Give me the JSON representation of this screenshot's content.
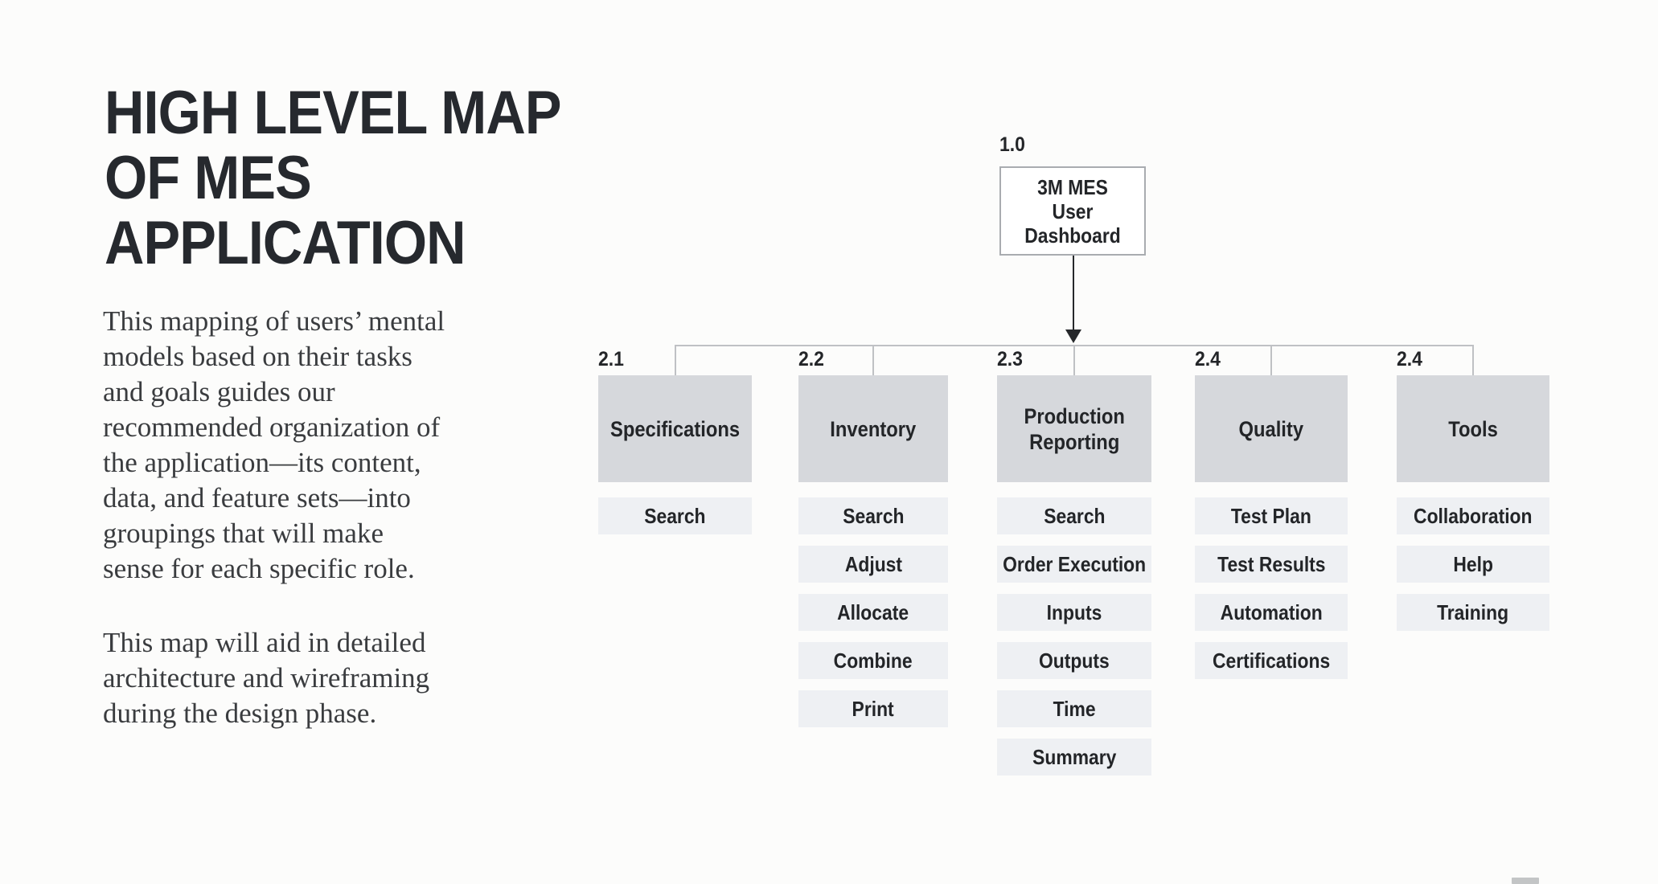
{
  "intro": {
    "heading": "HIGH LEVEL MAP\nOF MES\nAPPLICATION",
    "paragraph1": "This mapping of users’ mental\nmodels based on their tasks\nand goals guides our\nrecommended organization of\nthe application—its content,\ndata, and feature sets—into\ngroupings that will make\nsense for each specific role.",
    "paragraph2": "This map will aid in detailed\narchitecture and wireframing\nduring the design phase."
  },
  "diagram": {
    "root": {
      "number": "1.0",
      "label": "3M MES\nUser Dashboard"
    },
    "columns": [
      {
        "number": "2.1",
        "label": "Specifications",
        "items": [
          "Search"
        ]
      },
      {
        "number": "2.2",
        "label": "Inventory",
        "items": [
          "Search",
          "Adjust",
          "Allocate",
          "Combine",
          "Print"
        ]
      },
      {
        "number": "2.3",
        "label": "Production\nReporting",
        "items": [
          "Search",
          "Order Execution",
          "Inputs",
          "Outputs",
          "Time",
          "Summary"
        ]
      },
      {
        "number": "2.4",
        "label": "Quality",
        "items": [
          "Test Plan",
          "Test Results",
          "Automation",
          "Certifications"
        ]
      },
      {
        "number": "2.4",
        "label": "Tools",
        "items": [
          "Collaboration",
          "Help",
          "Training"
        ]
      }
    ],
    "colors": {
      "category_fill": "#d6d8dc",
      "item_fill": "#eef0f3",
      "connector_line": "#bfc1c4",
      "arrow": "#26282b",
      "text": "#232528",
      "root_border": "#a9acb0",
      "background": "#fcfcfb"
    }
  }
}
